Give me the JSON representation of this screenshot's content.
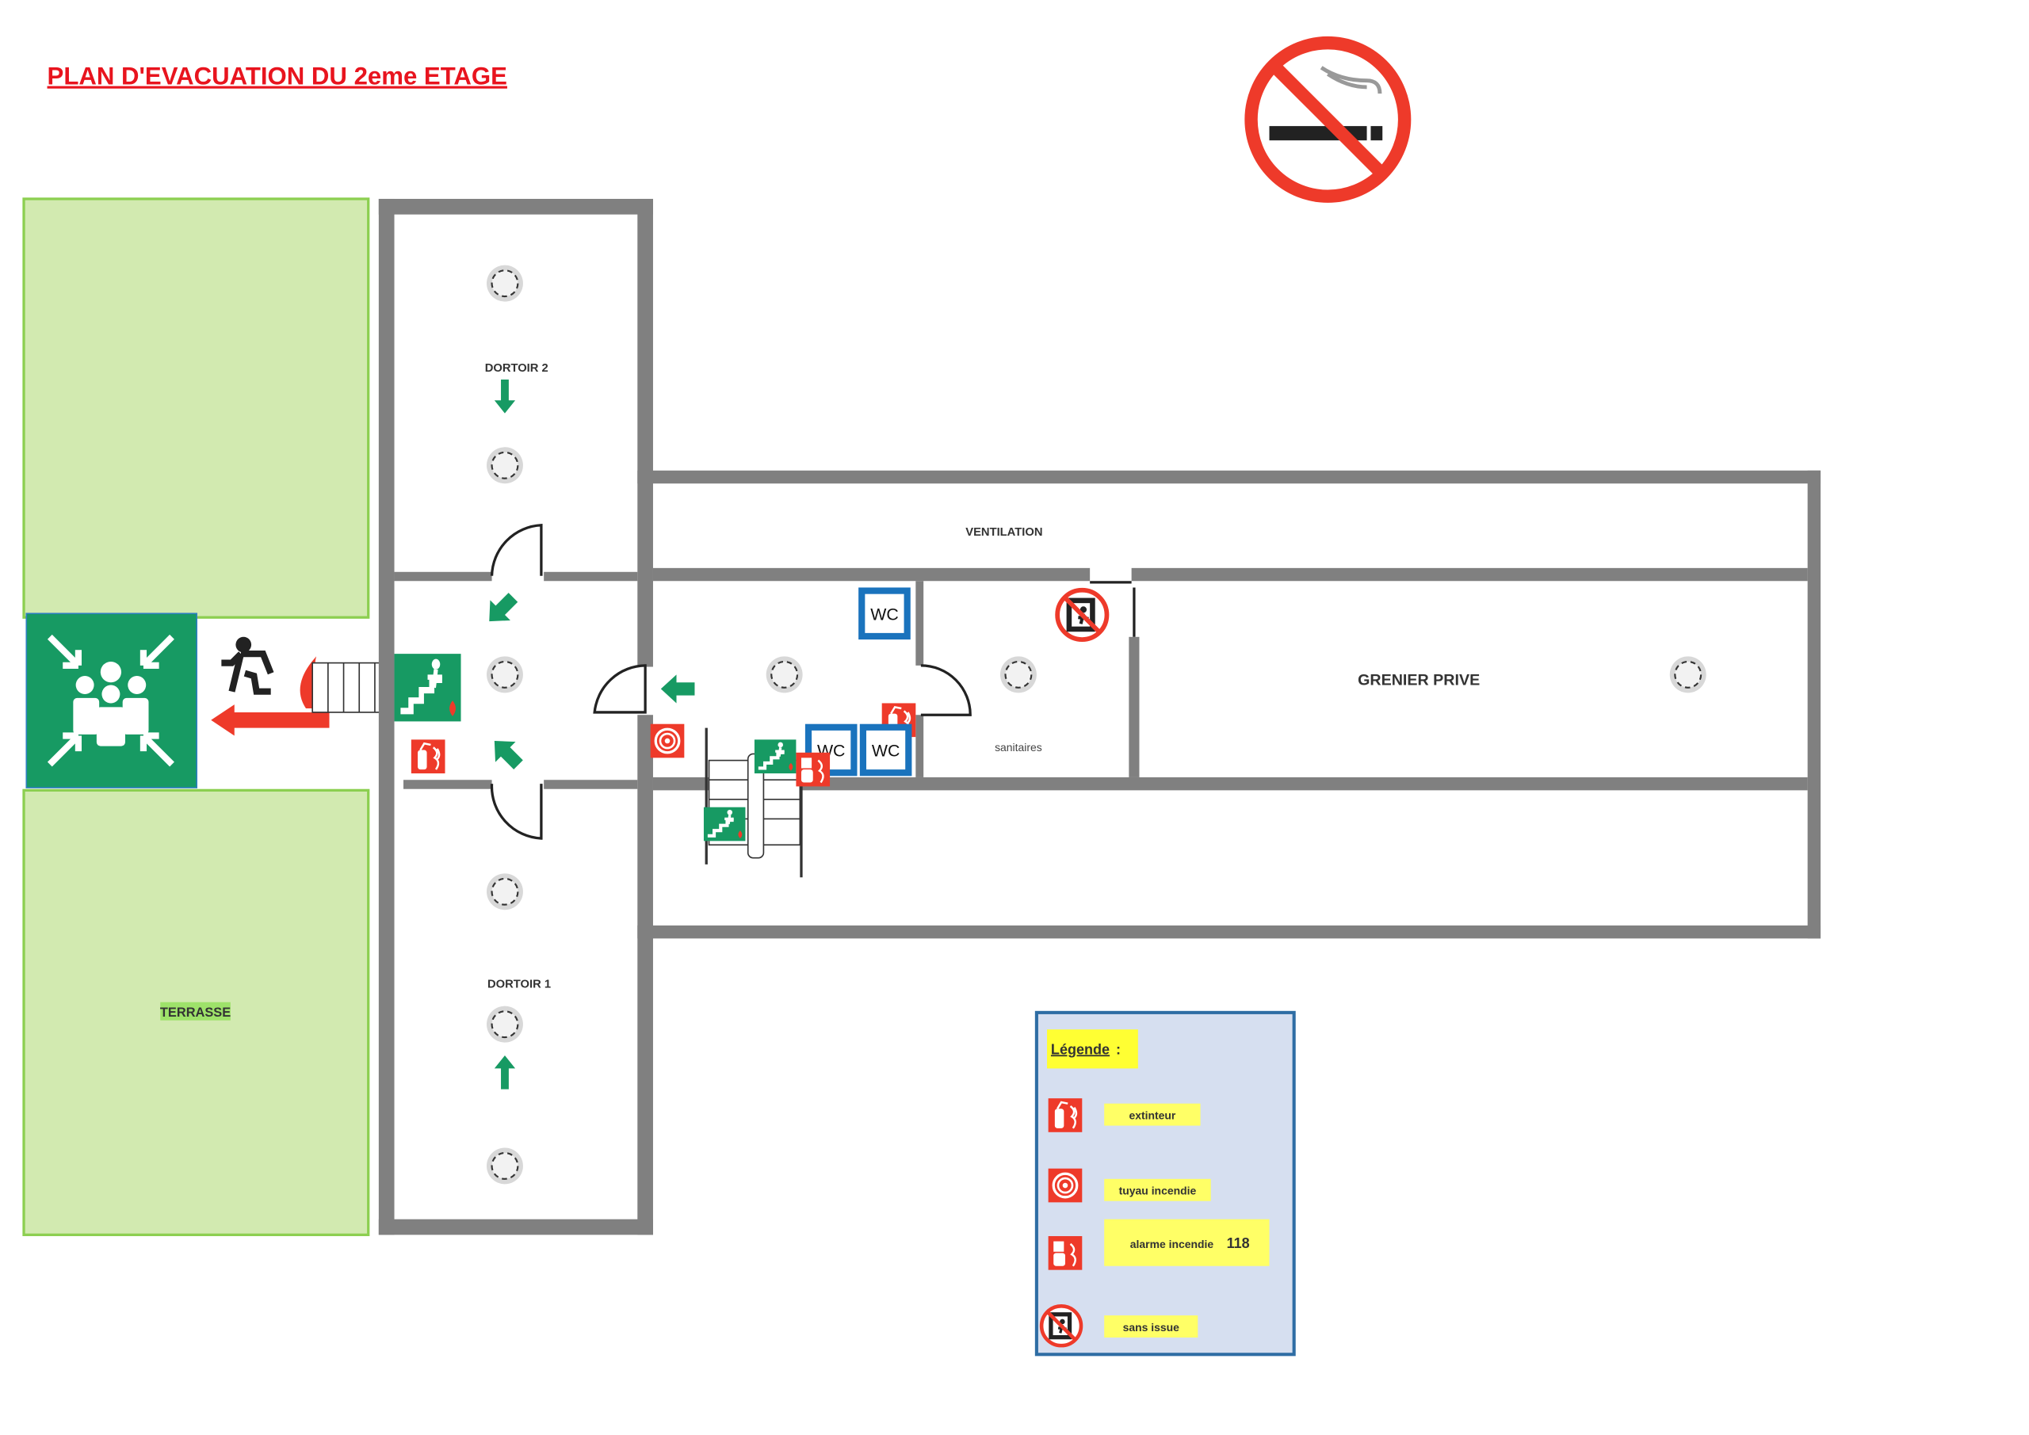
{
  "title": "PLAN D'EVACUATION DU 2eme ETAGE",
  "rooms": {
    "dortoir2": "DORTOIR 2",
    "dortoir1": "DORTOIR 1",
    "ventilation": "VENTILATION",
    "grenier": "GRENIER PRIVE",
    "sanitaires": "sanitaires",
    "terrasse": "TERRASSE"
  },
  "wc_label": "WC",
  "legend": {
    "title": "Légende",
    "colon": ":",
    "items": [
      {
        "icon": "fire-extinguisher-icon",
        "label": "extinteur"
      },
      {
        "icon": "fire-hose-icon",
        "label": "tuyau incendie"
      },
      {
        "icon": "fire-alarm-icon",
        "label": "alarme incendie",
        "number": "118"
      },
      {
        "icon": "no-exit-icon",
        "label": "sans issue"
      }
    ]
  },
  "colors": {
    "wall": "#808080",
    "terrace": "#d2eab0",
    "terrace_border": "#8ccf50",
    "safety_green": "#179a63",
    "fire_red": "#ee3a2a",
    "wc_blue": "#1a73bd",
    "legend_bg": "#d6dff0",
    "legend_border": "#2e6da4",
    "highlight": "#ffff33"
  }
}
